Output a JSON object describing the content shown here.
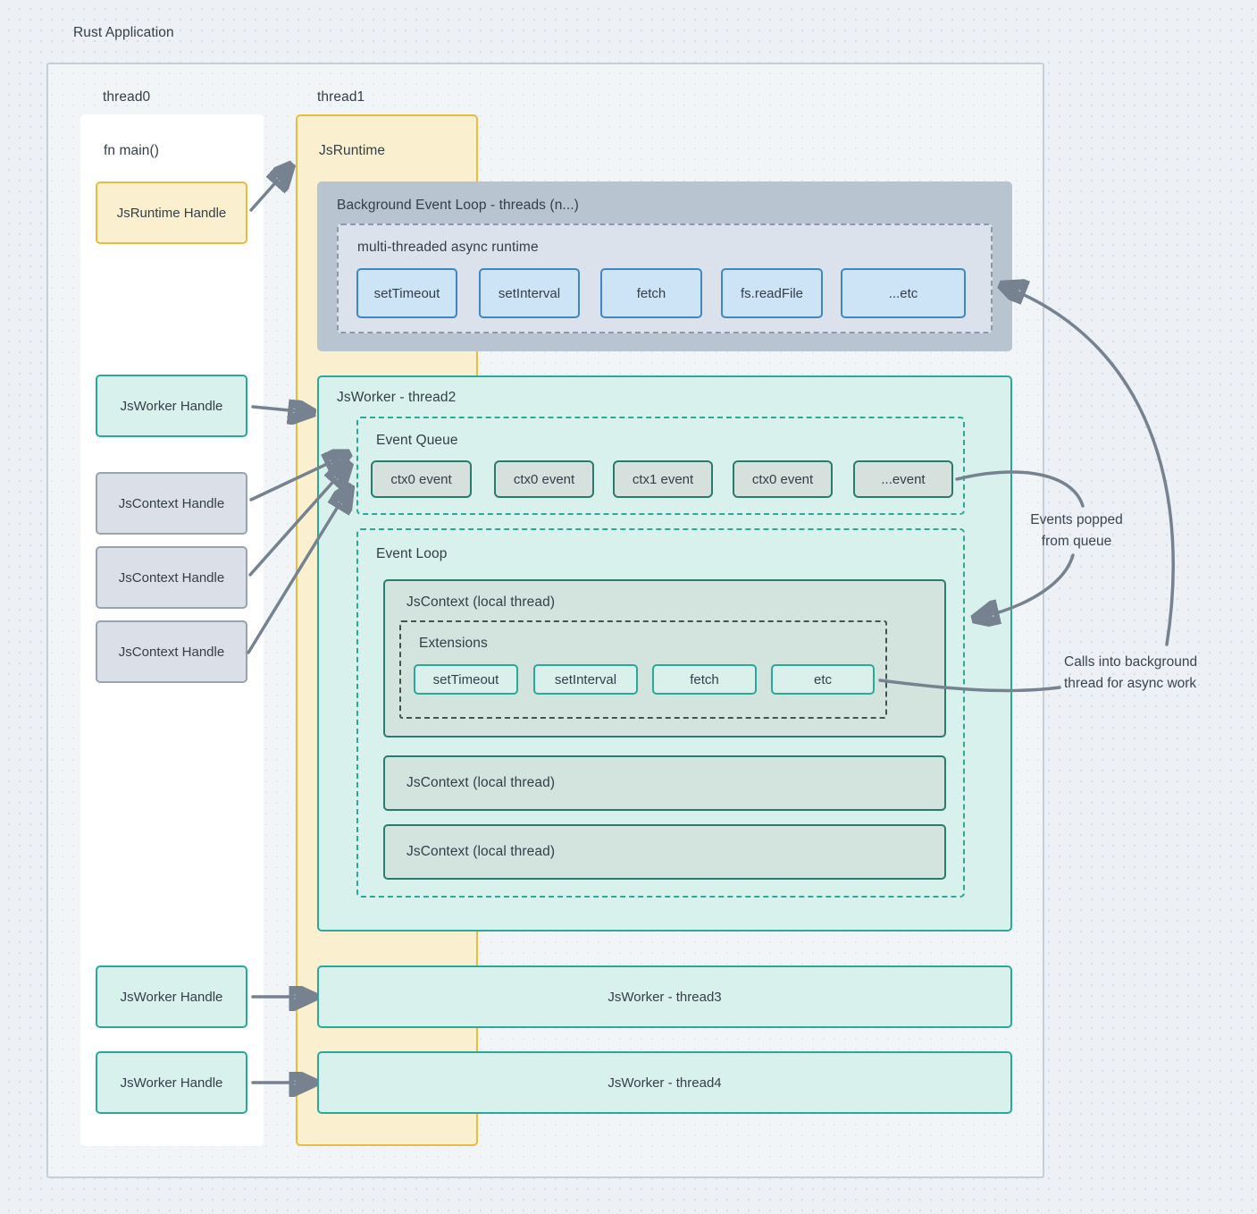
{
  "app": {
    "title": "Rust Application"
  },
  "thread0": {
    "label": "thread0",
    "fn_main": "fn main()",
    "jsruntime_handle": "JsRuntime Handle",
    "jsworker_handle_1": "JsWorker Handle",
    "jscontext_handle_1": "JsContext Handle",
    "jscontext_handle_2": "JsContext Handle",
    "jscontext_handle_3": "JsContext Handle",
    "jsworker_handle_2": "JsWorker Handle",
    "jsworker_handle_3": "JsWorker Handle"
  },
  "thread1": {
    "label": "thread1",
    "runtime_title": "JsRuntime"
  },
  "background_event_loop": {
    "title": "Background Event Loop - threads (n...)",
    "async_runtime": {
      "title": "multi-threaded async runtime",
      "ops": [
        "setTimeout",
        "setInterval",
        "fetch",
        "fs.readFile",
        "...etc"
      ]
    }
  },
  "worker2": {
    "title": "JsWorker - thread2",
    "event_queue": {
      "title": "Event Queue",
      "events": [
        "ctx0 event",
        "ctx0 event",
        "ctx1 event",
        "ctx0 event",
        "...event"
      ]
    },
    "event_loop": {
      "title": "Event Loop",
      "context1": {
        "title": "JsContext (local thread)",
        "extensions": {
          "title": "Extensions",
          "items": [
            "setTimeout",
            "setInterval",
            "fetch",
            "etc"
          ]
        }
      },
      "context2": {
        "title": "JsContext (local thread)"
      },
      "context3": {
        "title": "JsContext (local thread)"
      }
    }
  },
  "worker3": {
    "title": "JsWorker - thread3"
  },
  "worker4": {
    "title": "JsWorker - thread4"
  },
  "annotations": {
    "events_popped_line1": "Events popped",
    "events_popped_line2": "from queue",
    "calls_into_line1": "Calls into background",
    "calls_into_line2": "thread for async work"
  },
  "colors": {
    "page_background": "#edf0f4",
    "yellow_fill": "#faf0cf",
    "yellow_border": "#e7bc3f",
    "teal_fill": "#d9f1ec",
    "teal_border": "#2aa89a",
    "dark_teal_border": "#2a7b6e",
    "context_fill": "#d3e3de",
    "event_fill": "#d6e0dc",
    "extension_fill": "#daf1eb",
    "gray_panel_fill": "#b8c4d0",
    "runtime_panel_fill": "#dce2eb",
    "blue_fill": "#cde4f7",
    "blue_border": "#4285c5",
    "gray_handle_fill": "#dbdfe8",
    "gray_handle_border": "#99a2b1",
    "arrow": "#76828f",
    "text": "#333e49"
  }
}
